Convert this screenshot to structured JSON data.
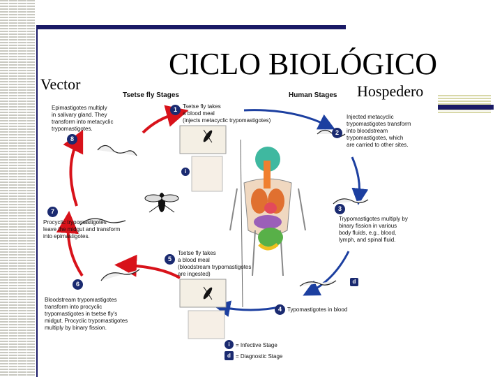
{
  "slide": {
    "title": "CICLO BIOLÓGICO",
    "left_label": "Vector",
    "right_label": "Hospedero"
  },
  "diagram": {
    "tsetse_heading": "Tsetse fly Stages",
    "human_heading": "Human Stages",
    "steps": [
      {
        "num": "1",
        "text": "Tsetse fly takes\na blood meal\n(injects metacyclic trypomastigotes)"
      },
      {
        "num": "2",
        "text": "Injected metacyclic\ntrypomastigotes transform\ninto bloodstream\ntrypomastigotes, which\nare carried to other sites."
      },
      {
        "num": "3",
        "text": "Trypomastigotes multiply by\nbinary fission in various\nbody fluids, e.g., blood,\nlymph, and spinal fluid."
      },
      {
        "num": "4",
        "text": "Typomastigotes in blood"
      },
      {
        "num": "5",
        "text": "Tsetse fly takes\na blood meal\n(bloodstream trypomastigotes\nare ingested)"
      },
      {
        "num": "6",
        "text": "Bloodstream trypomastigotes\ntransform into procyclic\ntrypomastigotes in tsetse fly's\nmidgut. Procyclic trypomastigotes\nmultiply by binary fission."
      },
      {
        "num": "7",
        "text": "Procyclic trypomastigotes\nleave the midgut and transform\ninto epimastigotes."
      },
      {
        "num": "8",
        "text": "Epimastigotes multiply\nin salivary gland. They\ntransform into metacyclic\ntrypomastigotes."
      }
    ],
    "legend": [
      {
        "symbol": "i",
        "text": "= Infective Stage"
      },
      {
        "symbol": "d",
        "text": "= Diagnostic Stage"
      }
    ],
    "small_badges": {
      "infective": "i",
      "diagnostic": "d"
    },
    "colors": {
      "red_arrow": "#d8121a",
      "blue_arrow": "#1c3fa0",
      "badge": "#1a2a70"
    }
  }
}
